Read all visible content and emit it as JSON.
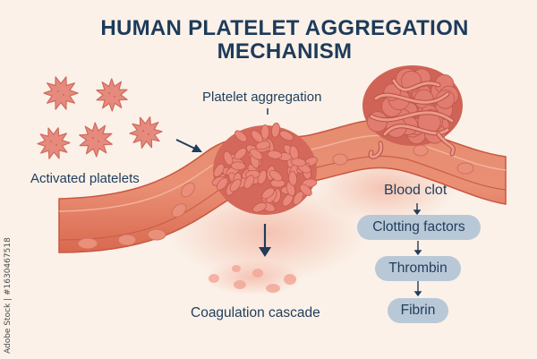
{
  "title": {
    "line1": "HUMAN PLATELET AGGREGATION",
    "line2": "MECHANISM"
  },
  "labels": {
    "activated_platelets": "Activated platelets",
    "platelet_aggregation": "Platelet aggregation",
    "blood_clot": "Blood clot",
    "coagulation_cascade": "Coagulation cascade"
  },
  "cascade": [
    {
      "label": "Clotting factors"
    },
    {
      "label": "Thrombin"
    },
    {
      "label": "Fibrin"
    }
  ],
  "watermark": "Adobe Stock | #1630467518",
  "colors": {
    "background": "#fbf1e8",
    "title": "#1d3b5a",
    "text": "#1f3d5c",
    "vessel": "#e07a62",
    "platelet": "#e0867a",
    "pill": "#b9c8d7",
    "arrow": "#1f3d5c"
  }
}
